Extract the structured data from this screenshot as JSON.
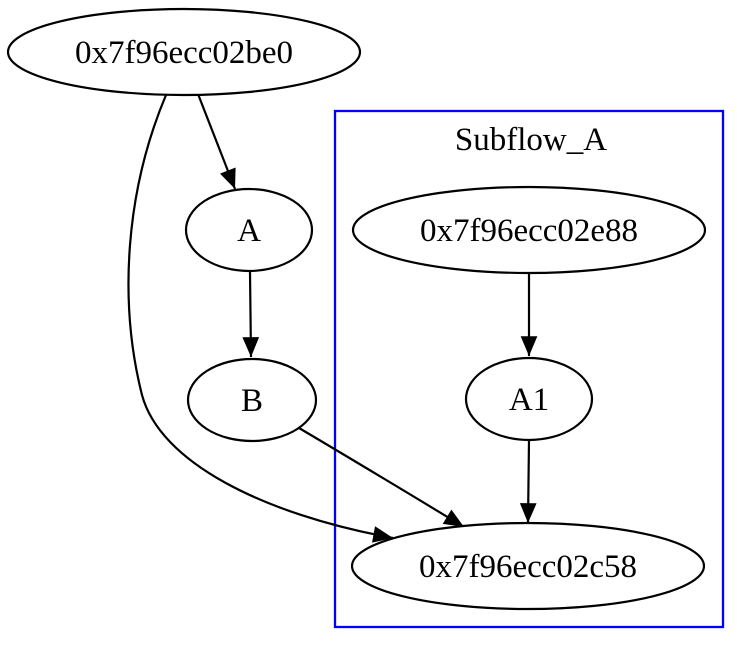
{
  "diagram": {
    "type": "directed-graph",
    "background_color": "#ffffff",
    "node_fill_color": "#ffffff",
    "node_border_color": "#000000",
    "edge_color": "#000000",
    "cluster": {
      "label": "Subflow_A",
      "border_color": "#0000ff"
    },
    "nodes": [
      {
        "id": "0x7f96ecc02be0",
        "label": "0x7f96ecc02be0",
        "shape": "ellipse",
        "in_cluster": false
      },
      {
        "id": "A",
        "label": "A",
        "shape": "ellipse",
        "in_cluster": false
      },
      {
        "id": "B",
        "label": "B",
        "shape": "ellipse",
        "in_cluster": false
      },
      {
        "id": "0x7f96ecc02e88",
        "label": "0x7f96ecc02e88",
        "shape": "ellipse",
        "in_cluster": true
      },
      {
        "id": "A1",
        "label": "A1",
        "shape": "ellipse",
        "in_cluster": true
      },
      {
        "id": "0x7f96ecc02c58",
        "label": "0x7f96ecc02c58",
        "shape": "ellipse",
        "in_cluster": true
      }
    ],
    "edges": [
      {
        "from": "0x7f96ecc02be0",
        "to": "A"
      },
      {
        "from": "0x7f96ecc02be0",
        "to": "0x7f96ecc02c58"
      },
      {
        "from": "A",
        "to": "B"
      },
      {
        "from": "B",
        "to": "0x7f96ecc02c58"
      },
      {
        "from": "0x7f96ecc02e88",
        "to": "A1"
      },
      {
        "from": "A1",
        "to": "0x7f96ecc02c58"
      }
    ]
  }
}
